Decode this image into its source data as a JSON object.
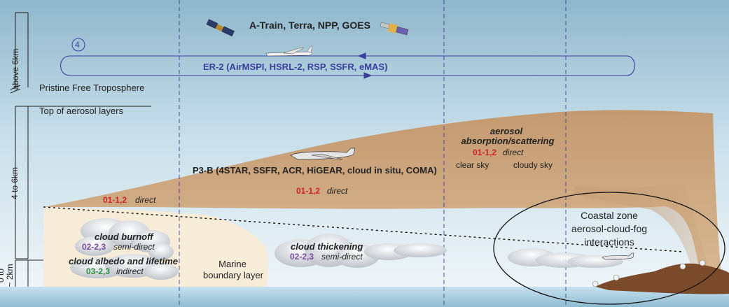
{
  "colors": {
    "sky_top": "#8fb7cc",
    "sky_bottom": "#f3f8fb",
    "aerosol_layer": "#c9a27a",
    "marine_layer": "#f7ecd7",
    "route": "#3a3f9c",
    "label_red": "#d2232a",
    "label_purple": "#7a4c9c",
    "label_green": "#2e8a3e",
    "ocean": "#a9cfe0",
    "land": "#7a4a2a"
  },
  "altitude_bands": {
    "above": "above 6km",
    "mid": "4 to 6km",
    "low_1": "0 to",
    "low_2": "~ 2km"
  },
  "layers": {
    "pristine": "Pristine Free Troposphere",
    "top_aerosol": "Top of aerosol layers",
    "marine_1": "Marine",
    "marine_2": "boundary layer"
  },
  "satellites": {
    "label": "A-Train, Terra, NPP, GOES",
    "icons": [
      "satellite-icon",
      "satellite-icon"
    ]
  },
  "er2": {
    "marker": "4",
    "label": "ER-2 (AirMSPI, HSRL-2, RSP, SSFR, eMAS)",
    "icon": "aircraft-icon"
  },
  "p3b": {
    "label": "P3-B (4STAR, SSFR, ACR, HiGEAR, cloud in situ, COMA)",
    "icon": "aircraft-icon"
  },
  "effects": {
    "aerosol_title_1": "aerosol",
    "aerosol_title_2": "absorption/scattering",
    "aerosol_code": "01-1,2",
    "aerosol_type": "direct",
    "clear_sky": "clear sky",
    "cloudy_sky": "cloudy sky",
    "mid_code": "01-1,2",
    "mid_type": "direct",
    "left_code": "01-1,2",
    "left_type": "direct",
    "burnoff_title": "cloud burnoff",
    "burnoff_code": "02-2,3",
    "burnoff_type": "semi-direct",
    "albedo_title": "cloud albedo and lifetime",
    "albedo_code": "03-2,3",
    "albedo_type": "indirect",
    "thick_title": "cloud thickening",
    "thick_code": "02-2,3",
    "thick_type": "semi-direct"
  },
  "coastal": {
    "line1": "Coastal zone",
    "line2": "aerosol-cloud-fog",
    "line3": "interactions"
  }
}
